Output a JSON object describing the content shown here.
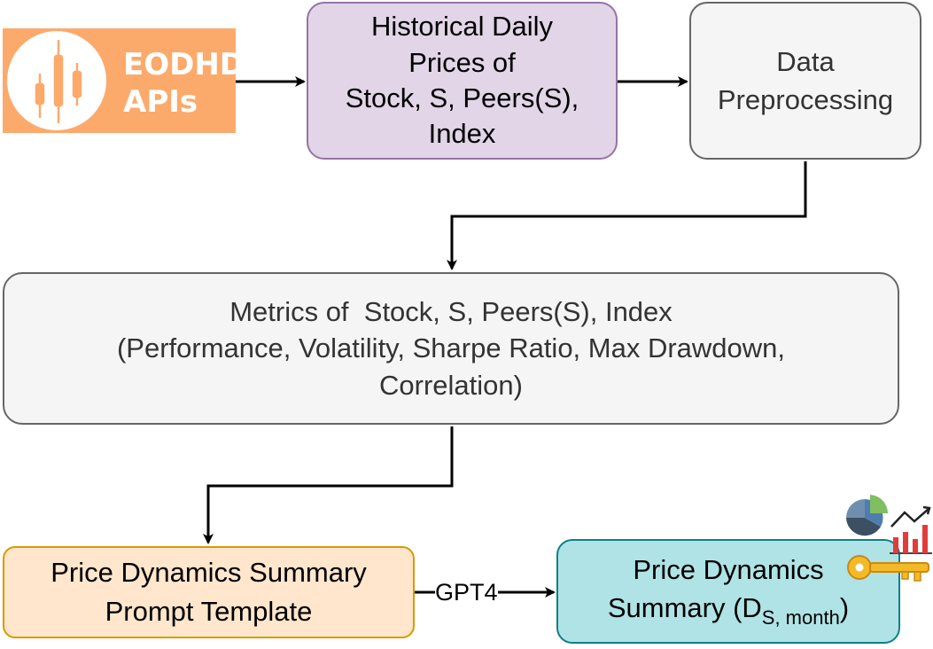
{
  "nodes": {
    "logo": {
      "line1": "EODHD",
      "line2": "APIs"
    },
    "historical": {
      "lines": [
        "Historical Daily",
        "Prices of",
        "Stock, S, Peers(S),",
        "Index"
      ]
    },
    "preprocess": {
      "lines": [
        "Data",
        "Preprocessing"
      ]
    },
    "metrics": {
      "lines": [
        "Metrics of  Stock, S, Peers(S), Index",
        "(Performance, Volatility, Sharpe Ratio, Max Drawdown,",
        "Correlation)"
      ]
    },
    "prompt": {
      "lines": [
        "Price Dynamics Summary",
        "Prompt Template"
      ]
    },
    "summary": {
      "line1": "Price Dynamics",
      "line2_prefix": "Summary (D",
      "line2_sub": "S, month",
      "line2_suffix": ")"
    }
  },
  "edges": {
    "gpt4_label": "GPT4"
  },
  "colors": {
    "logo_orange": "#fcaa6b",
    "historical_fill": "#e1d5e7",
    "historical_stroke": "#9673a6",
    "gray_fill": "#f5f5f5",
    "gray_stroke": "#666666",
    "prompt_fill": "#ffe6cc",
    "prompt_stroke": "#d79b00",
    "summary_fill": "#b0e3e6",
    "summary_stroke": "#0e8088"
  },
  "icons": [
    "candlestick-logo-icon",
    "pie-chart-icon",
    "trend-line-icon",
    "bar-chart-icon",
    "key-icon"
  ]
}
